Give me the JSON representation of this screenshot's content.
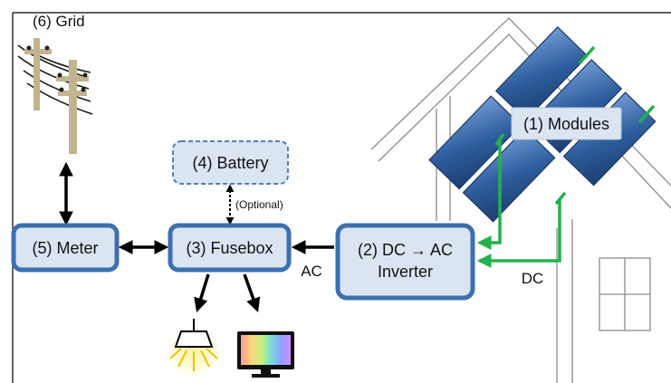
{
  "nodes": {
    "grid": "(6) Grid",
    "battery": "(4) Battery",
    "meter": "(5) Meter",
    "fusebox": "(3) Fusebox",
    "inverter_line1": "(2) DC → AC",
    "inverter_line2": "Inverter",
    "modules": "(1) Modules"
  },
  "edge_labels": {
    "optional": "(Optional)",
    "ac": "AC",
    "dc": "DC"
  },
  "icons": [
    "utility-pole-icon",
    "lamp-icon",
    "monitor-icon"
  ],
  "colors": {
    "box_fill": "#dbe5f1",
    "box_border": "#4f81bd",
    "box_outer": "#3c6fae",
    "dc_line": "#22b14c",
    "panel": "#2e5d9b",
    "arrow": "#000000"
  }
}
